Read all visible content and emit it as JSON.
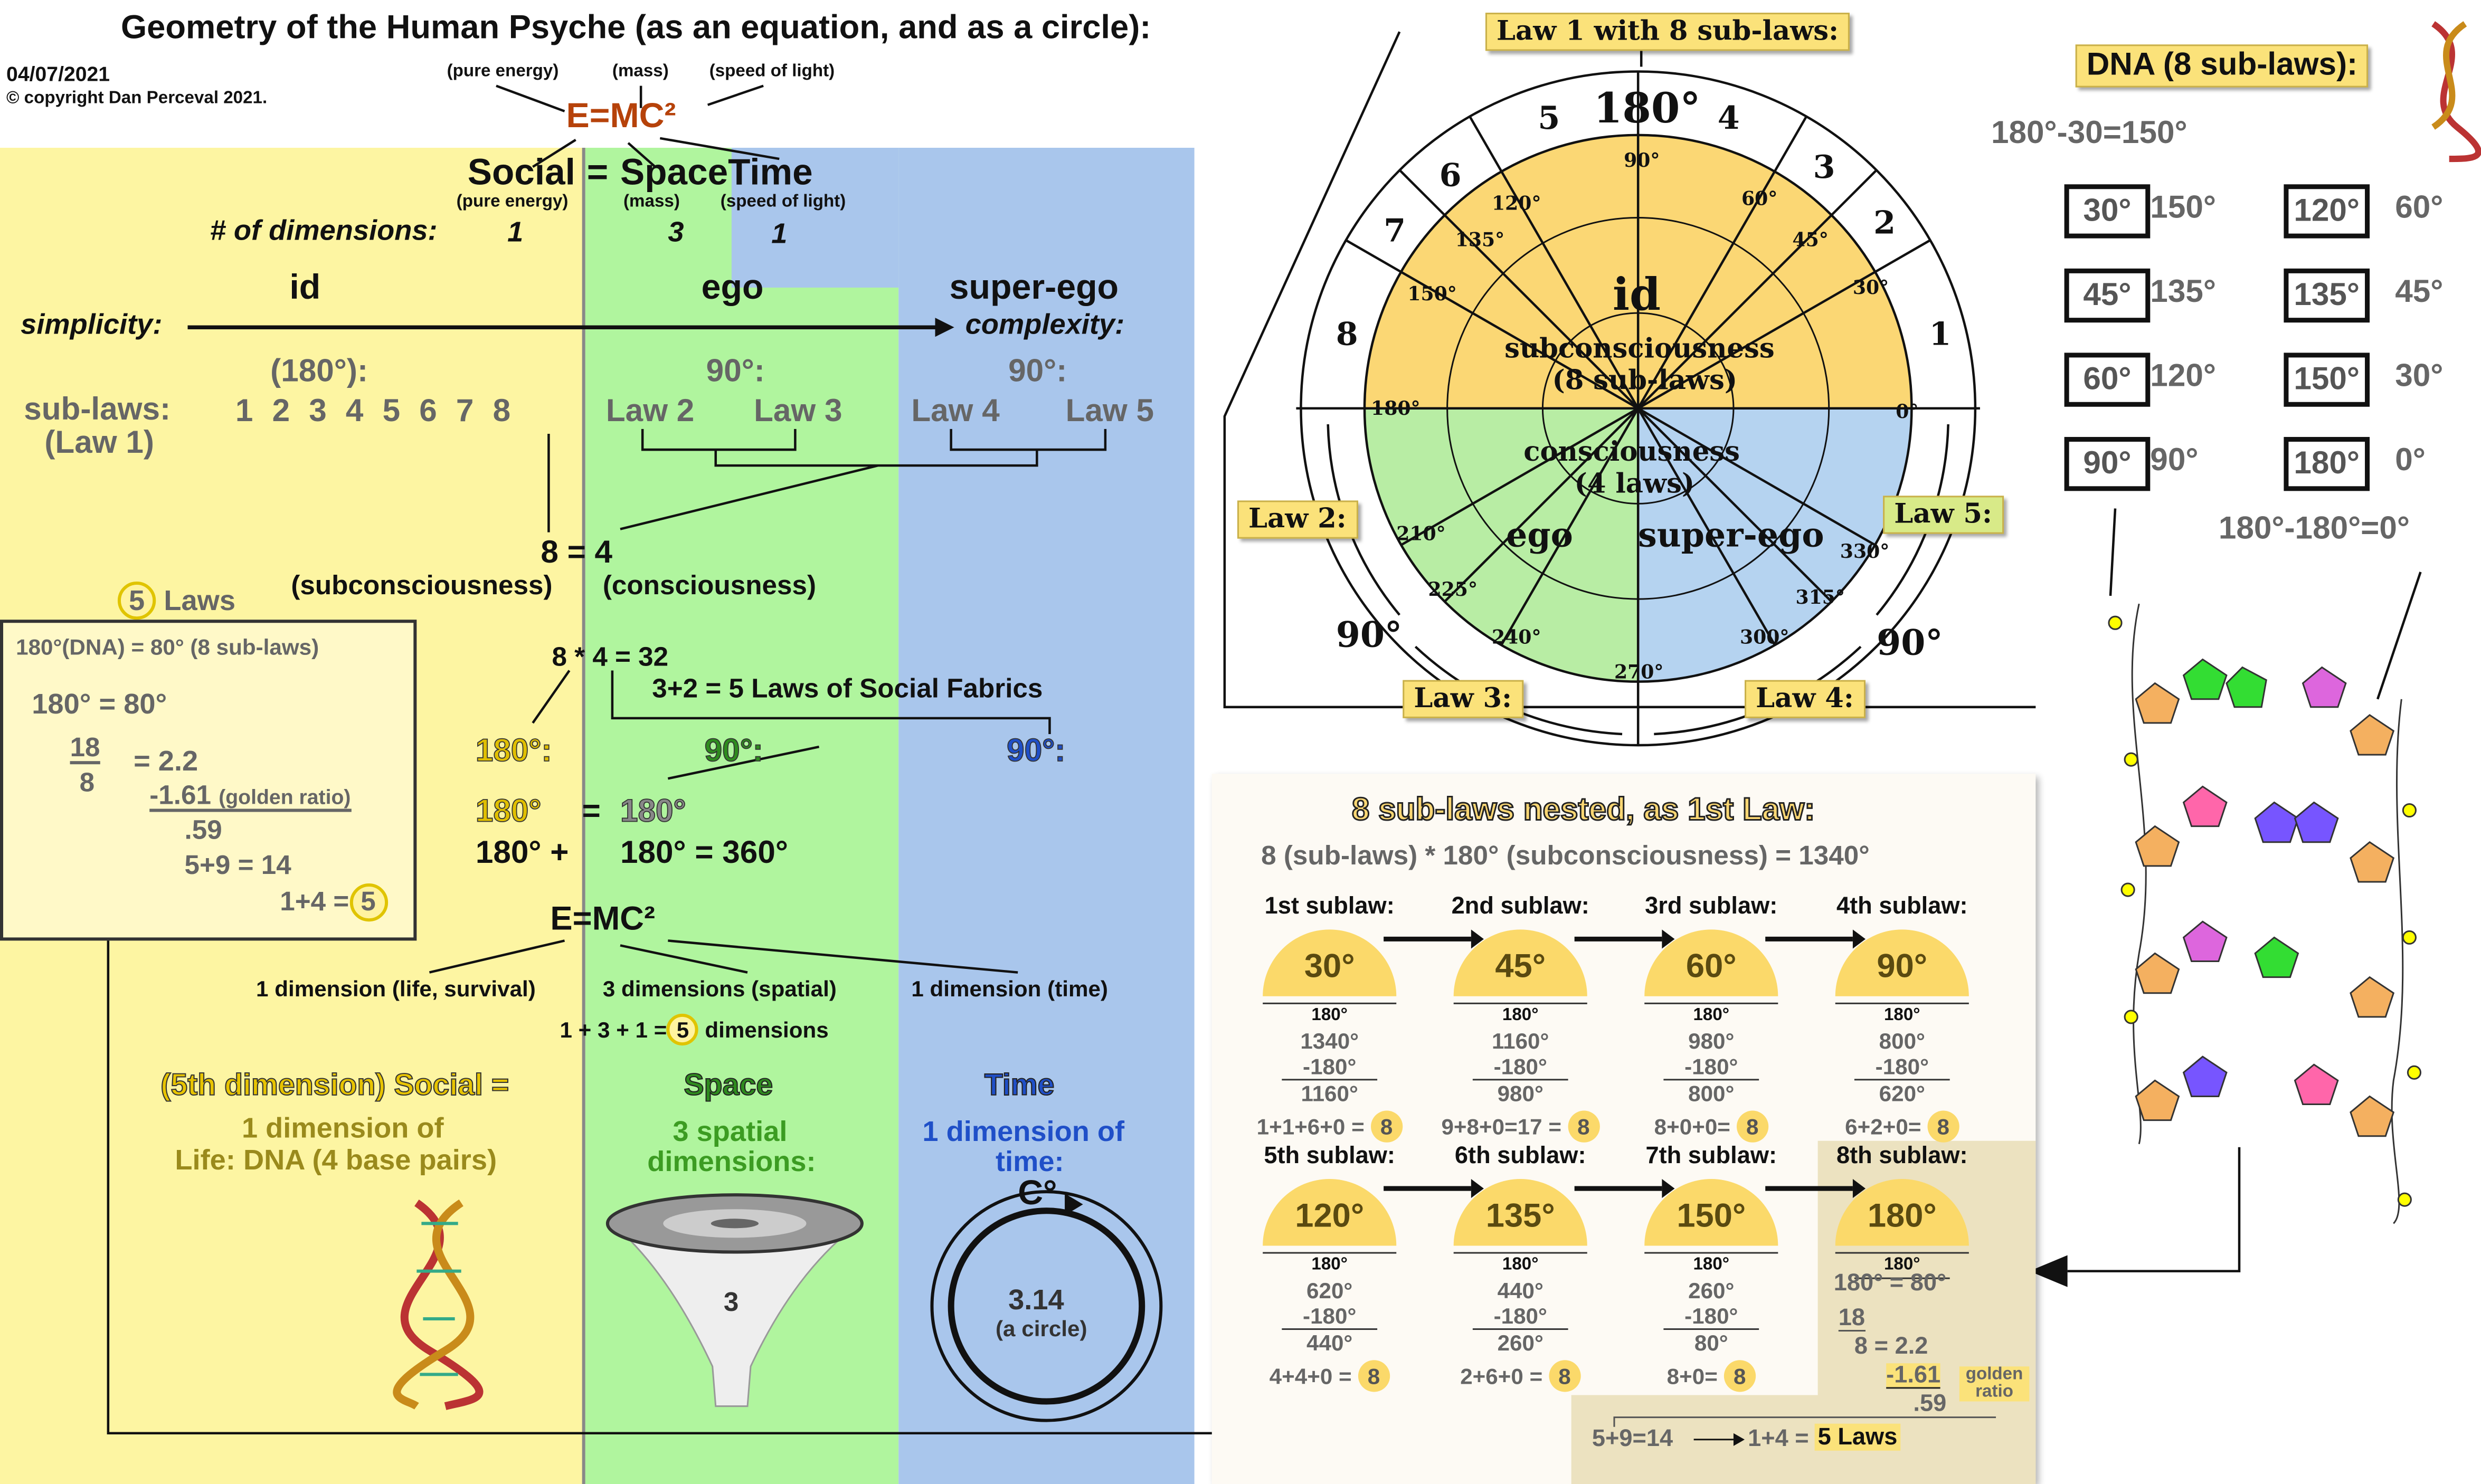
{
  "title": "Geometry of the Human Psyche (as an equation, and as a circle):",
  "date": "04/07/2021",
  "copyright": "© copyright Dan Perceval 2021.",
  "emc_top": {
    "energy": "(pure energy)",
    "mass": "(mass)",
    "light": "(speed of light)",
    "equation": "E=MC²"
  },
  "social_eq": {
    "social": "Social",
    "eq": "=",
    "spacetime": "SpaceTime",
    "energy": "(pure energy)",
    "mass": "(mass)",
    "light": "(speed of light)"
  },
  "dimensions": {
    "label": "# of dimensions:",
    "values": [
      "1",
      "3",
      "1"
    ]
  },
  "columns": {
    "id": "id",
    "ego": "ego",
    "superego": "super-ego",
    "simplicity": "simplicity:",
    "complexity": "complexity:"
  },
  "sublaws_row": {
    "id_deg": "(180°):",
    "ego_deg": "90°:",
    "superego_deg": "90°:",
    "label": "sub-laws:",
    "law1": "(Law 1)",
    "numbers": [
      "1",
      "2",
      "3",
      "4",
      "5",
      "6",
      "7",
      "8"
    ],
    "laws": [
      "Law 2",
      "Law 3",
      "Law 4",
      "Law 5"
    ]
  },
  "eight_four": {
    "eq": "8 = 4",
    "sub": "(subconsciousness)",
    "con": "(consciousness)"
  },
  "five_laws": {
    "num": "5",
    "label": "Laws"
  },
  "dna_box": {
    "line1": "180°(DNA) = 80° (8 sub-laws)",
    "line2": "180° = 80°",
    "num": "18",
    "den": "8",
    "res": "= 2.2",
    "golden": "-1.61",
    "golden_label": "(golden ratio)",
    "diff": ".59",
    "sum1": "5+9 = 14",
    "sum2": "1+4 =",
    "five": "5"
  },
  "center_math": {
    "mult": "8 * 4 = 32",
    "fabrics": "3+2 = 5 Laws of Social Fabrics",
    "d1": "180°:",
    "d2": "90°:",
    "d3": "90°:",
    "l1a": "180°",
    "l1b": "=",
    "l1c": "180°",
    "l2a": "180° +",
    "l2b": "180° = 360°",
    "emc": "E=MC²"
  },
  "dims_row": {
    "d1": "1 dimension (life, survival)",
    "d2": "3 dimensions (spatial)",
    "d3": "1 dimension (time)",
    "sum": "1 + 3 + 1 =",
    "five": "5",
    "sum_label": "dimensions"
  },
  "bottom": {
    "social": "(5th dimension) Social =",
    "space": "Space",
    "time": "Time",
    "social_desc1": "1 dimension of",
    "social_desc2": "Life: DNA (4 base pairs)",
    "space_desc1": "3 spatial",
    "space_desc2": "dimensions:",
    "time_desc1": "1 dimension of",
    "time_desc2": "time:",
    "funnel_num": "3",
    "c_label": "C°",
    "pi": "3.14",
    "circle": "(a circle)"
  },
  "circle": {
    "title": "Law 1 with 8 sub-laws:",
    "top": "180°",
    "ring": [
      "1",
      "2",
      "3",
      "4",
      "5",
      "6",
      "7",
      "8"
    ],
    "degrees": [
      "0°",
      "30°",
      "45°",
      "60°",
      "90°",
      "120°",
      "135°",
      "150°",
      "180°",
      "210°",
      "225°",
      "240°",
      "270°",
      "300°",
      "315°",
      "330°"
    ],
    "id": "id",
    "subc": "subconsciousness",
    "sub8": "(8 sub-laws)",
    "con": "consciousness",
    "con4": "(4 laws)",
    "ego": "ego",
    "superego": "super-ego",
    "law2": "Law 2:",
    "law3": "Law 3:",
    "law4": "Law 4:",
    "law5": "Law 5:",
    "ninety_l": "90°",
    "ninety_r": "90°",
    "colors": {
      "id": "#fbd774",
      "ego": "#b8eda4",
      "superego": "#b5d3f0"
    }
  },
  "dna": {
    "title": "DNA (8 sub-laws):",
    "top": "180°-30=150°",
    "bottom": "180°-180°=0°",
    "col1": [
      [
        "30°",
        "150°"
      ],
      [
        "45°",
        "135°"
      ],
      [
        "60°",
        "120°"
      ],
      [
        "90°",
        "90°"
      ]
    ],
    "col2": [
      [
        "120°",
        "60°"
      ],
      [
        "135°",
        "45°"
      ],
      [
        "150°",
        "30°"
      ],
      [
        "180°",
        "0°"
      ]
    ]
  },
  "nested": {
    "title": "8 sub-laws nested, as 1st Law:",
    "formula": "8 (sub-laws)  * 180° (subconsciousness)  = 1340°",
    "base": "180°",
    "sublaws": [
      {
        "label": "1st sublaw:",
        "angle": "30°",
        "a": "1340°",
        "b": "-180°",
        "c": "1160°",
        "sum": "1+1+6+0 =",
        "r": "8"
      },
      {
        "label": "2nd sublaw:",
        "angle": "45°",
        "a": "1160°",
        "b": "-180°",
        "c": "980°",
        "sum": "9+8+0=17 =",
        "r": "8"
      },
      {
        "label": "3rd sublaw:",
        "angle": "60°",
        "a": "980°",
        "b": "-180°",
        "c": "800°",
        "sum": "8+0+0=",
        "r": "8"
      },
      {
        "label": "4th sublaw:",
        "angle": "90°",
        "a": "800°",
        "b": "-180°",
        "c": "620°",
        "sum": "6+2+0=",
        "r": "8"
      },
      {
        "label": "5th sublaw:",
        "angle": "120°",
        "a": "620°",
        "b": "-180°",
        "c": "440°",
        "sum": "4+4+0 =",
        "r": "8"
      },
      {
        "label": "6th sublaw:",
        "angle": "135°",
        "a": "440°",
        "b": "-180°",
        "c": "260°",
        "sum": "2+6+0 =",
        "r": "8"
      },
      {
        "label": "7th sublaw:",
        "angle": "150°",
        "a": "260°",
        "b": "-180°",
        "c": "80°",
        "sum": "8+0=",
        "r": "8"
      },
      {
        "label": "8th sublaw:",
        "angle": "180°",
        "a": "",
        "b": "",
        "c": "",
        "sum": "",
        "r": ""
      }
    ],
    "eighth": {
      "eq": "180° = 80°",
      "num": "18",
      "den": "8",
      "res": "= 2.2",
      "golden": "-1.61",
      "golden_label": "golden ratio",
      "diff": ".59",
      "s1": "5+9=14",
      "s2": "1+4 =",
      "five": "5 Laws"
    }
  }
}
